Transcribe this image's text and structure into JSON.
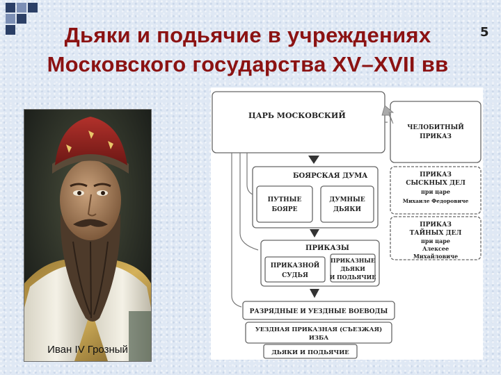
{
  "slide": {
    "title_line1": "Дьяки и подьячие в учреждениях",
    "title_line2": "Московского государства XV–XVII вв",
    "page_number": "5",
    "colors": {
      "title": "#8b1212",
      "corner_dark": "#2b3f66",
      "corner_light": "#7c8fb5"
    }
  },
  "portrait": {
    "caption": "Иван IV Грозный",
    "icon": "portrait-image"
  },
  "diagram": {
    "tsar": "ЦАРЬ МОСКОВСКИЙ",
    "boyar_duma": "БОЯРСКАЯ ДУМА",
    "putnye_1": "ПУТНЫЕ",
    "putnye_2": "БОЯРЕ",
    "dumnye_1": "ДУМНЫЕ",
    "dumnye_2": "ДЬЯКИ",
    "prikazy": "ПРИКАЗЫ",
    "sudya_1": "ПРИКАЗНОЙ",
    "sudya_2": "СУДЬЯ",
    "prik_dyaki_1": "ПРИКАЗНЫЕ",
    "prik_dyaki_2": "ДЬЯКИ",
    "prik_dyaki_3": "И ПОДЬЯЧИЕ",
    "voevody": "РАЗРЯДНЫЕ И УЕЗДНЫЕ ВОЕВОДЫ",
    "izba_1": "УЕЗДНАЯ ПРИКАЗНАЯ (СЪЕЗЖАЯ)",
    "izba_2": "ИЗБА",
    "dyaki_podyachie": "ДЬЯКИ И ПОДЬЯЧИЕ",
    "chelob_1": "ЧЕЛОБИТНЫЙ",
    "chelob_2": "ПРИКАЗ",
    "sysk_1": "ПРИКАЗ",
    "sysk_2": "СЫСКНЫХ ДЕЛ",
    "sysk_3": "при царе",
    "sysk_4": "Михаиле Федоровиче",
    "tain_1": "ПРИКАЗ",
    "tain_2": "ТАЙНЫХ ДЕЛ",
    "tain_3": "при царе",
    "tain_4": "Алексее",
    "tain_5": "Михайловиче"
  }
}
